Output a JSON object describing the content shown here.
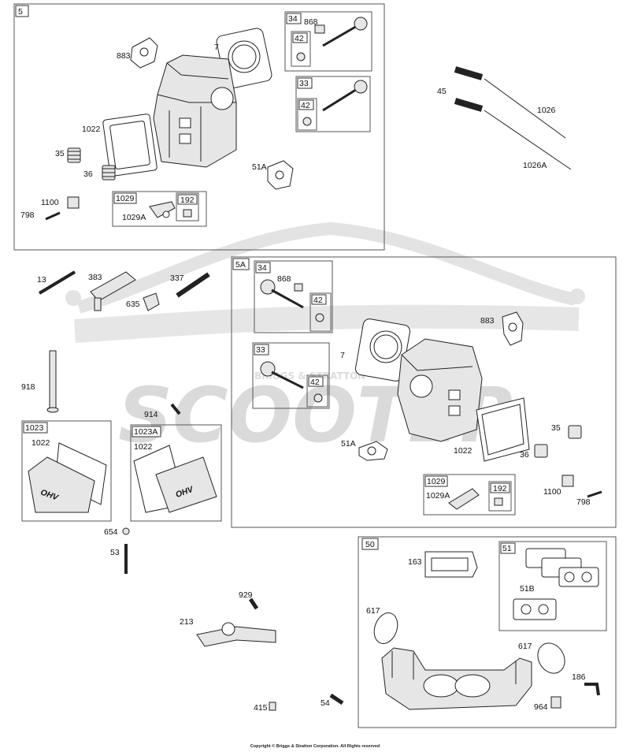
{
  "watermark": {
    "brand": "SCOOTER",
    "arc_text": "BRIGGS & STRATTON"
  },
  "footer": {
    "copyright": "Copyright © Briggs & Stratton Corporation. All Rights reserved"
  },
  "colors": {
    "line": "#222222",
    "box_border": "#555555",
    "watermark": "#d9d9d9",
    "part_fill": "#e6e6e6"
  },
  "groups": {
    "g5": "5",
    "g34": "34",
    "g42": "42",
    "g33": "33",
    "g1029": "1029",
    "g192": "192",
    "g5A": "5A",
    "g34b": "34",
    "g42b": "42",
    "g33b": "33",
    "g42c": "42",
    "g1029b": "1029",
    "g192b": "192",
    "g1023": "1023",
    "g1023A": "1023A",
    "g50": "50",
    "g51": "51"
  },
  "callouts": {
    "c883": "883",
    "c7": "7",
    "c868": "868",
    "c42": "42",
    "c42b": "42",
    "c1022": "1022",
    "c35": "35",
    "c36": "36",
    "c51A": "51A",
    "c1100": "1100",
    "c798": "798",
    "c1029A": "1029A",
    "c45": "45",
    "c1026": "1026",
    "c1026A": "1026A",
    "c13": "13",
    "c383": "383",
    "c337": "337",
    "c635": "635",
    "c918": "918",
    "c914": "914",
    "c868b": "868",
    "c883b": "883",
    "c7b": "7",
    "c51Ab": "51A",
    "c1022b": "1022",
    "c35b": "35",
    "c36b": "36",
    "c1029Ab": "1029A",
    "c1100b": "1100",
    "c798b": "798",
    "c1022c": "1022",
    "c1022d": "1022",
    "c654": "654",
    "c53": "53",
    "c929": "929",
    "c213": "213",
    "c415": "415",
    "c54": "54",
    "c163": "163",
    "c617": "617",
    "c51B": "51B",
    "c617b": "617",
    "c186": "186",
    "c964": "964"
  },
  "cover_badge": "OHV"
}
